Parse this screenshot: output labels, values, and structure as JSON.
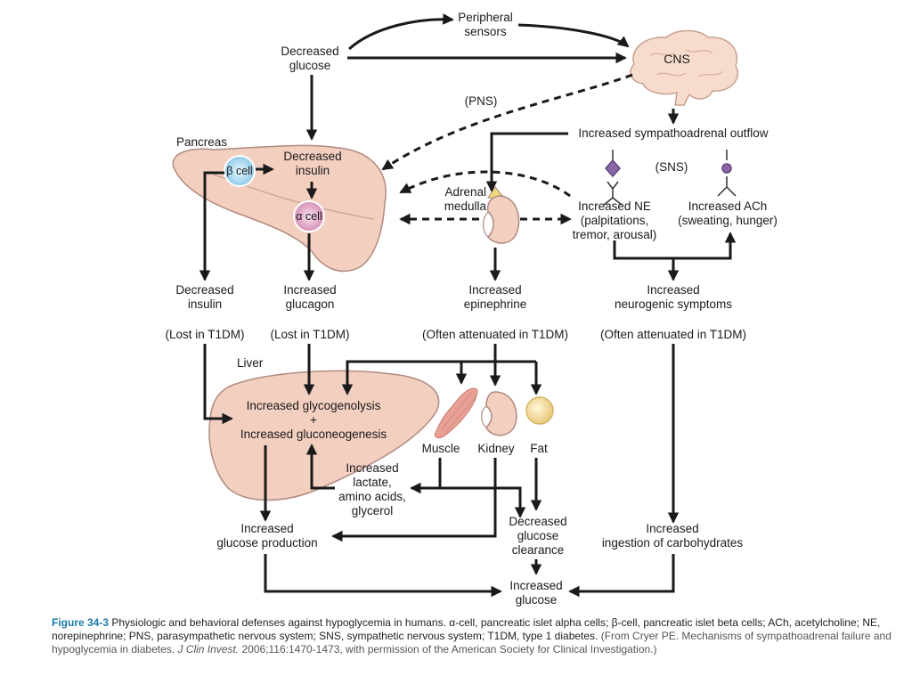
{
  "labels": {
    "peripheral_sensors": "Peripheral\nsensors",
    "decreased_glucose": "Decreased\nglucose",
    "cns": "CNS",
    "pns": "(PNS)",
    "increased_sympathoadrenal_outflow": "Increased sympathoadrenal outflow",
    "pancreas": "Pancreas",
    "beta_cell": "β cell",
    "alpha_cell": "α cell",
    "decreased_insulin_pancreas": "Decreased\ninsulin",
    "sns": "(SNS)",
    "adrenal_medulla": "Adrenal\nmedulla",
    "increased_ne": "Increased NE\n(palpitations,\ntremor, arousal)",
    "increased_ach": "Increased ACh\n(sweating, hunger)",
    "decreased_insulin": "Decreased\ninsulin",
    "increased_glucagon": "Increased\nglucagon",
    "increased_epinephrine": "Increased\nepinephrine",
    "increased_neurogenic_symptoms": "Increased\nneurogenic symptoms",
    "lost_in_t1dm_1": "(Lost in T1DM)",
    "lost_in_t1dm_2": "(Lost in T1DM)",
    "often_attenuated_1": "(Often attenuated in T1DM)",
    "often_attenuated_2": "(Often attenuated in T1DM)",
    "liver": "Liver",
    "increased_glycogenolysis": "Increased glycogenolysis\n+\nIncreased gluconeogenesis",
    "muscle": "Muscle",
    "kidney": "Kidney",
    "fat": "Fat",
    "increased_lactate": "Increased\nlactate,\namino acids,\nglycerol",
    "increased_glucose_production": "Increased\nglucose production",
    "decreased_glucose_clearance": "Decreased\nglucose\nclearance",
    "increased_ingestion": "Increased\ningestion of carbohydrates",
    "increased_glucose": "Increased\nglucose"
  },
  "caption": {
    "figure_label": "Figure 34-3",
    "text": "Physiologic and behavioral defenses against hypoglycemia in humans. α-cell, pancreatic islet alpha cells; β-cell, pancreatic islet beta cells; ACh, acetylcholine; NE, norepinephrine; PNS, parasympathetic nervous system; SNS, sympathetic nervous system; T1DM, type 1 diabetes.",
    "source_prefix": "(From Cryer PE. Mechanisms of sympathoadrenal failure and hypoglycemia in diabetes.",
    "journal": "J Clin Invest.",
    "source_suffix": "2006;116:1470-1473, with permission of the American Society for Clinical Investigation.)"
  },
  "colors": {
    "organ_fill": "#f3cfc0",
    "organ_stroke": "#b08a80",
    "brain_fill": "#f7dccd",
    "beta_cell": "#a9d8ef",
    "alpha_cell": "#e1a4c3",
    "muscle": "#e9a196",
    "fat": "#f5dca2",
    "receptor": "#8a66a6",
    "arrow": "#1a1a1a",
    "caption_label": "#1a7aa8"
  }
}
